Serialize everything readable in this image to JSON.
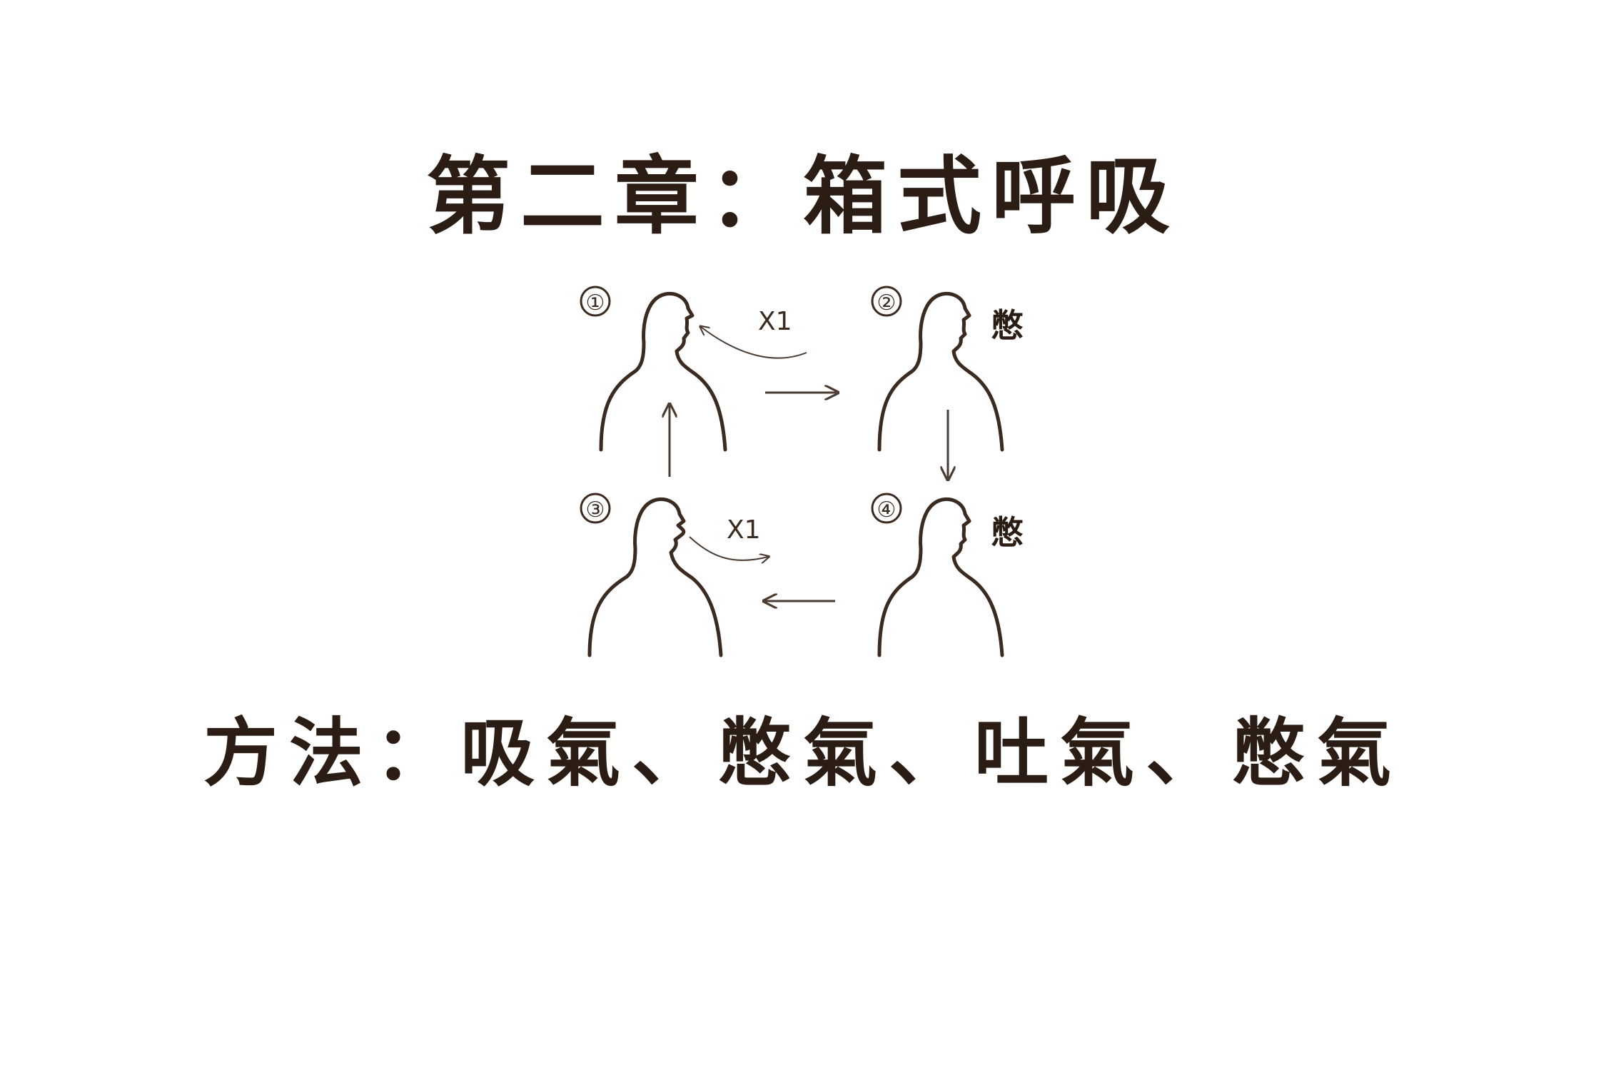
{
  "title": "第二章：箱式呼吸",
  "method": "方法：吸氣、憋氣、吐氣、憋氣",
  "diagram": {
    "steps": [
      {
        "number": "①",
        "label": "X1"
      },
      {
        "number": "②",
        "label": "憋"
      },
      {
        "number": "③",
        "label": "X1"
      },
      {
        "number": "④",
        "label": "憋"
      }
    ]
  },
  "colors": {
    "ink": "#2b1d14",
    "line": "#3a2a20"
  }
}
